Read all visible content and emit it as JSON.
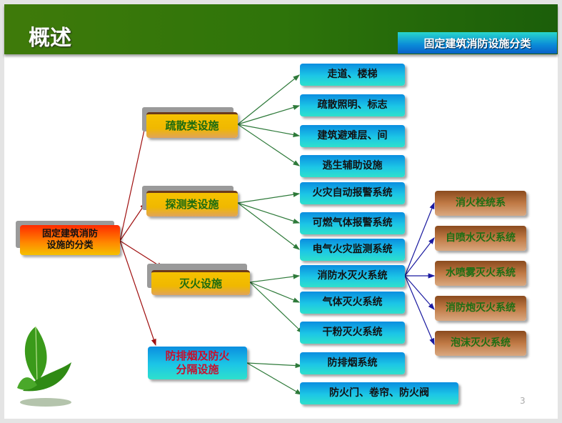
{
  "header": {
    "title": "概述",
    "subtitle": "固定建筑消防设施分类"
  },
  "root": {
    "line1": "固定建筑消防",
    "line2": "设施的分类"
  },
  "categories": [
    {
      "label": "疏散类设施",
      "children": [
        "走道、楼梯",
        "疏散照明、标志",
        "建筑避难层、间",
        "逃生辅助设施"
      ]
    },
    {
      "label": "探测类设施",
      "children": [
        "火灾自动报警系统",
        "可燃气体报警系统",
        "电气火灾监测系统"
      ]
    },
    {
      "label": "灭火设施",
      "children": [
        "消防水灭火系统",
        "气体灭火系统",
        "干粉灭火系统"
      ]
    },
    {
      "label1": "防排烟及防火",
      "label2": "分隔设施",
      "children": [
        "防排烟系统",
        "防火门、卷帘、防火阀"
      ]
    }
  ],
  "water_systems": [
    "消火栓统系",
    "自喷水灭火系统",
    "水喷雾灭火系统",
    "消防炮灭火系统",
    "泡沫灭火系统"
  ],
  "page_number": "3",
  "colors": {
    "header": "#2e740a",
    "edge_root": "#a01010",
    "edge_category": "#2e7a3a",
    "edge_water": "#1a1aa0"
  }
}
